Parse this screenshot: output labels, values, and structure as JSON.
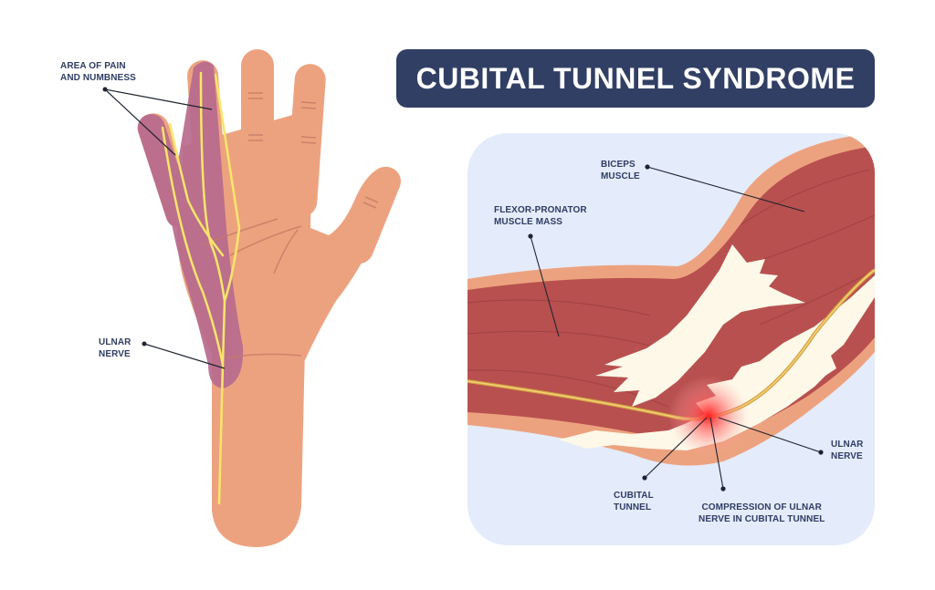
{
  "title": "CUBITAL TUNNEL SYNDROME",
  "hand_diagram": {
    "labels": {
      "pain_area": "AREA OF PAIN\nAND NUMBNESS",
      "ulnar_nerve": "ULNAR\nNERVE"
    }
  },
  "elbow_diagram": {
    "labels": {
      "biceps": "BICEPS\nMUSCLE",
      "flexor_pronator": "FLEXOR-PRONATOR\nMUSCLE  MASS",
      "ulnar_nerve": "ULNAR\nNERVE",
      "cubital_tunnel": "CUBITAL\nTUNNEL",
      "compression": "COMPRESSION OF ULNAR\nNERVE IN CUBITAL TUNNEL"
    }
  },
  "colors": {
    "title_bg": "#323f64",
    "label_text": "#2f3d63",
    "skin": "#eda27f",
    "numb_area": "#b86b8e",
    "nerve_hand": "#f7e66a",
    "muscle": "#b8504f",
    "tendon": "#fdf8e8",
    "panel_bg": "#e4ebfa",
    "compression_glow": "#ff2d2d"
  }
}
